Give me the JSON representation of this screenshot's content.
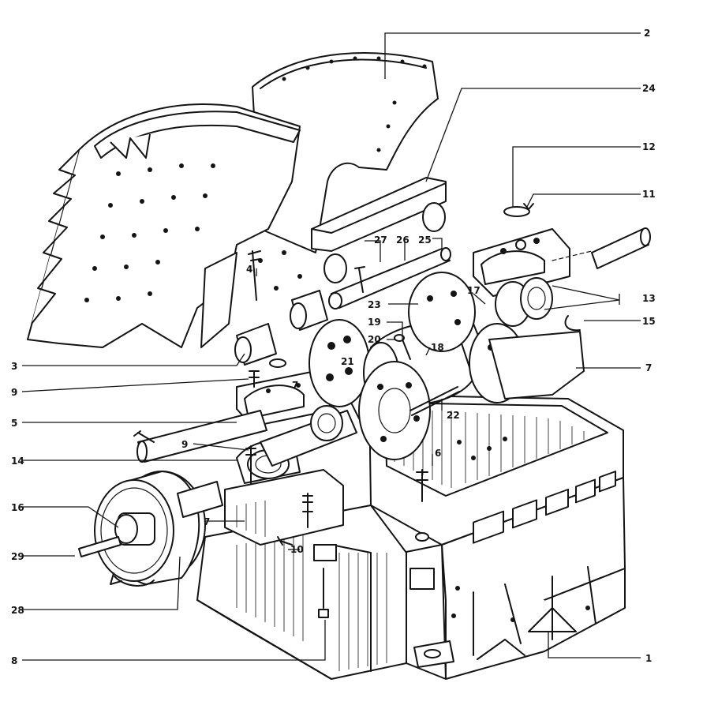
{
  "colors": {
    "ink": "#141414",
    "paper": "#ffffff"
  },
  "callouts": [
    {
      "id": "c2",
      "text": "2"
    },
    {
      "id": "c24",
      "text": "24"
    },
    {
      "id": "c12",
      "text": "12"
    },
    {
      "id": "c11",
      "text": "11"
    },
    {
      "id": "c27",
      "text": "27"
    },
    {
      "id": "c26",
      "text": "26"
    },
    {
      "id": "c25",
      "text": "25"
    },
    {
      "id": "c4",
      "text": "4"
    },
    {
      "id": "c17",
      "text": "17"
    },
    {
      "id": "c13",
      "text": "13"
    },
    {
      "id": "c23",
      "text": "23"
    },
    {
      "id": "c15",
      "text": "15"
    },
    {
      "id": "c19",
      "text": "19"
    },
    {
      "id": "c20",
      "text": "20"
    },
    {
      "id": "c18",
      "text": "18"
    },
    {
      "id": "c3",
      "text": "3"
    },
    {
      "id": "c21",
      "text": "21"
    },
    {
      "id": "c7a",
      "text": "7"
    },
    {
      "id": "c9a",
      "text": "9"
    },
    {
      "id": "c7b",
      "text": "7"
    },
    {
      "id": "c5",
      "text": "5"
    },
    {
      "id": "c22",
      "text": "22"
    },
    {
      "id": "c9b",
      "text": "9"
    },
    {
      "id": "c6",
      "text": "6"
    },
    {
      "id": "c14",
      "text": "14"
    },
    {
      "id": "c16",
      "text": "16"
    },
    {
      "id": "c7c",
      "text": "7"
    },
    {
      "id": "c10",
      "text": "10"
    },
    {
      "id": "c29",
      "text": "29"
    },
    {
      "id": "c28",
      "text": "28"
    },
    {
      "id": "c8",
      "text": "8"
    },
    {
      "id": "c1",
      "text": "1"
    }
  ]
}
